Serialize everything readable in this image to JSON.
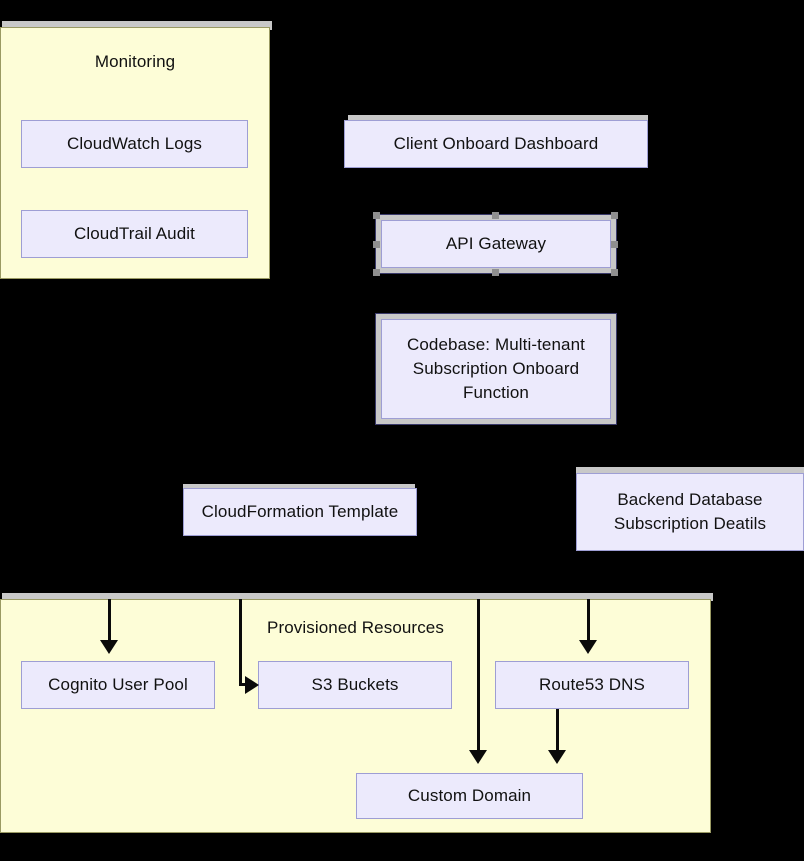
{
  "diagram": {
    "background_color": "#000000",
    "node_fill": "#eceafc",
    "node_border": "#9e9ed4",
    "group_fill": "#fdfdd7",
    "group_border": "#9a9a63",
    "connector_color": "#0a0a0a",
    "selection_color": "#c8c8c8"
  },
  "groups": {
    "monitoring": {
      "title": "Monitoring"
    },
    "provisioned": {
      "title": "Provisioned Resources"
    }
  },
  "nodes": {
    "cloudwatch_logs": {
      "label": "CloudWatch Logs"
    },
    "cloudtrail_audit": {
      "label": "CloudTrail Audit"
    },
    "client_onboard_dashboard": {
      "label": "Client Onboard Dashboard"
    },
    "api_gateway": {
      "label": "API Gateway"
    },
    "codebase_function": {
      "label": "Codebase: Multi-tenant\nSubscription Onboard\nFunction"
    },
    "cloudformation_template": {
      "label": "CloudFormation Template"
    },
    "backend_database": {
      "label": "Backend Database\nSubscription Deatils"
    },
    "cognito_user_pool": {
      "label": "Cognito User Pool"
    },
    "s3_buckets": {
      "label": "S3 Buckets"
    },
    "route53_dns": {
      "label": "Route53 DNS"
    },
    "custom_domain": {
      "label": "Custom Domain"
    }
  },
  "edges": [
    {
      "name": "to-cognito-user-pool",
      "from": "cloudformation-template",
      "to": "cognito-user-pool"
    },
    {
      "name": "to-s3-buckets",
      "from": "cloudformation-template",
      "to": "s3-buckets"
    },
    {
      "name": "to-custom-domain-left",
      "from": "cloudformation-template",
      "to": "custom-domain"
    },
    {
      "name": "to-route53-dns",
      "from": "backend-database",
      "to": "route53-dns"
    },
    {
      "name": "route53-to-custom-domain",
      "from": "route53-dns",
      "to": "custom-domain"
    }
  ]
}
